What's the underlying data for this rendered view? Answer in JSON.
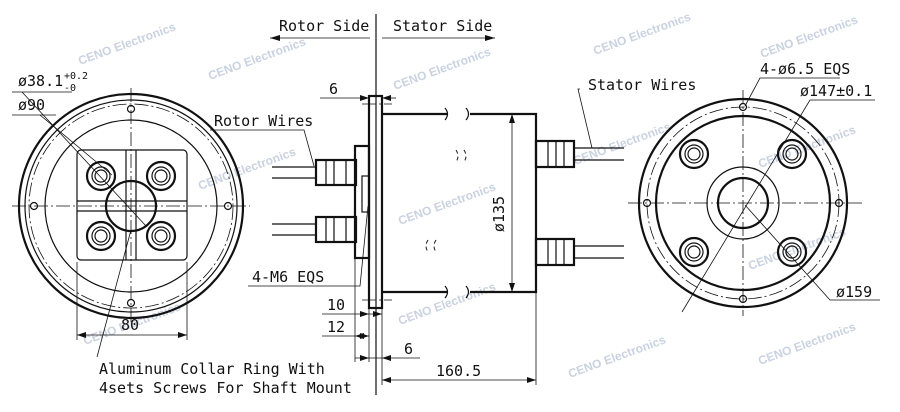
{
  "labels": {
    "rotor_side": "Rotor Side",
    "stator_side": "Stator Side",
    "rotor_wires": "Rotor Wires",
    "stator_wires": "Stator Wires",
    "bore_dia": "ø38.1",
    "bore_tol_upper": "+0.2",
    "bore_tol_lower": "-0",
    "collar_dia": "ø90",
    "dim_80": "80",
    "collar_note_line1": "Aluminum Collar Ring With",
    "collar_note_line2": "4sets Screws For Shaft Mount",
    "dim_6_top": "6",
    "body_dia": "ø135",
    "screw_spec": "4-M6 EQS",
    "dim_10": "10",
    "dim_12": "12",
    "dim_6_bottom": "6",
    "dim_160_5": "160.5",
    "hole_spec": "4-ø6.5 EQS",
    "pcd": "ø147±0.1",
    "flange_dia": "ø159"
  },
  "watermark": "CENO Electronics"
}
